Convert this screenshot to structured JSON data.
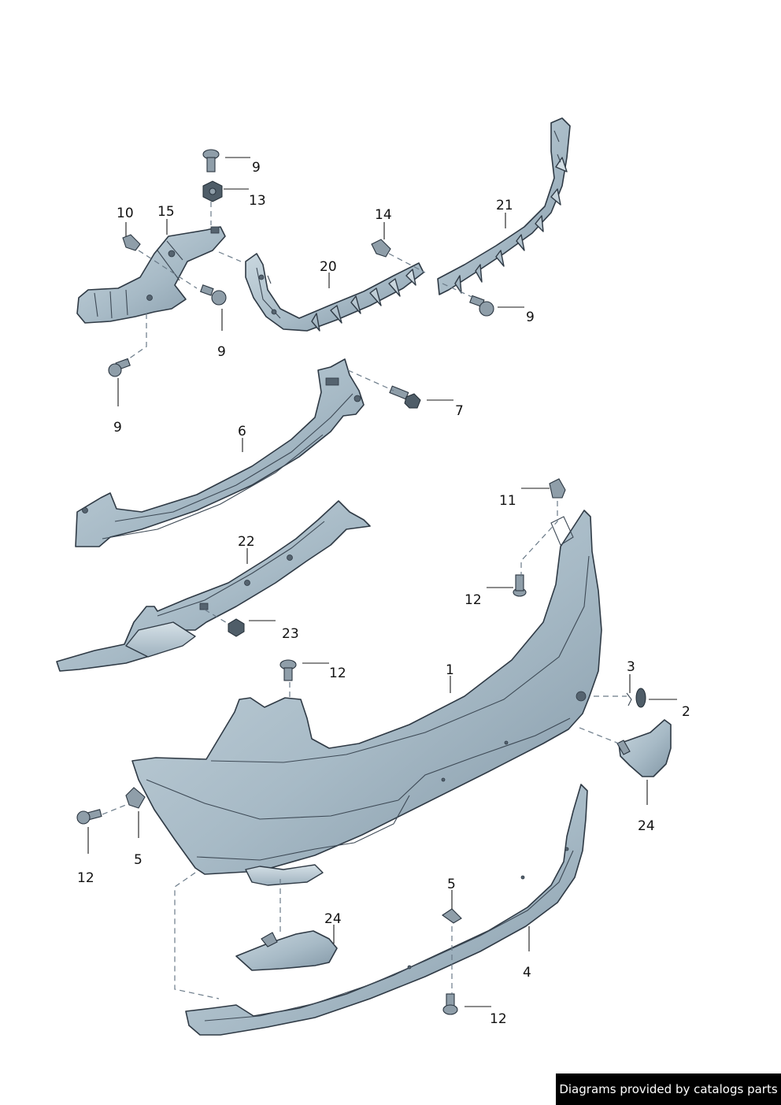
{
  "callouts": {
    "c1": "1",
    "c2": "2",
    "c3": "3",
    "c4": "4",
    "c5a": "5",
    "c5b": "5",
    "c6": "6",
    "c7": "7",
    "c9a": "9",
    "c9b": "9",
    "c9c": "9",
    "c9d": "9",
    "c10": "10",
    "c11": "11",
    "c12a": "12",
    "c12b": "12",
    "c12c": "12",
    "c12d": "12",
    "c13": "13",
    "c14": "14",
    "c15": "15",
    "c20": "20",
    "c21": "21",
    "c22": "22",
    "c23": "23",
    "c24a": "24",
    "c24b": "24"
  },
  "footer": {
    "credit": "Diagrams provided by catalogs parts"
  },
  "colors": {
    "part_fill": "#a9bcc8",
    "part_edge": "#2f3a45",
    "credit_bg": "#000000",
    "credit_text": "#ffffff"
  }
}
